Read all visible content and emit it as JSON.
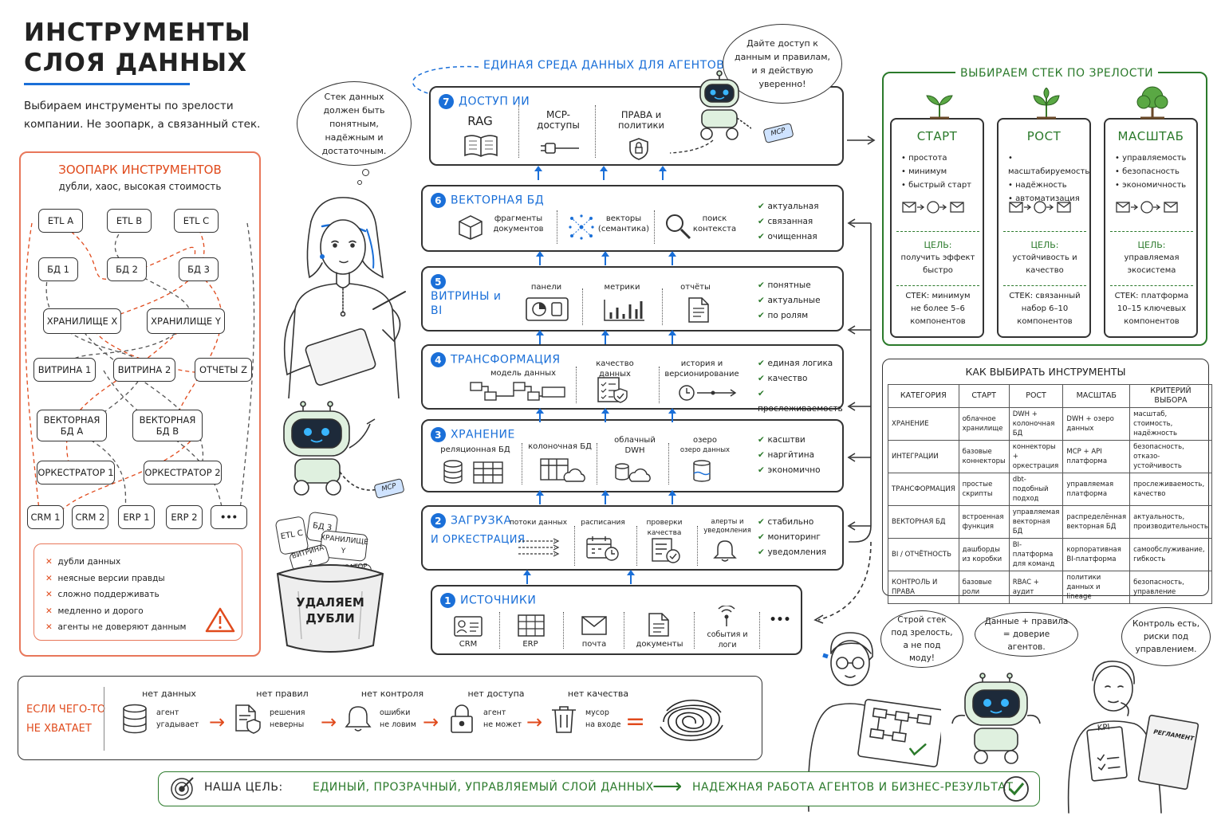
{
  "title": {
    "line1": "ИНСТРУМЕНТЫ",
    "line2": "СЛОЯ ДАННЫХ"
  },
  "subtitle": {
    "line1": "Выбираем инструменты по зрелости",
    "line2": "компании. Не зоопарк, а связанный стек."
  },
  "zoo": {
    "title": "ЗООПАРК ИНСТРУМЕНТОВ",
    "subtitle": "дубли, хаос, высокая стоимость",
    "chips": [
      "ETL A",
      "ETL B",
      "ETL C",
      "БД 1",
      "БД 2",
      "БД 3",
      "ХРАНИЛИЩЕ X",
      "ХРАНИЛИЩЕ Y",
      "ВИТРИНА 1",
      "ВИТРИНА 2",
      "ОТЧЕТЫ Z",
      "ВЕКТОРНАЯ БД А",
      "ВЕКТОРНАЯ БД В",
      "ОРКЕСТРАТОР 1",
      "ОРКЕСТРАТОР 2",
      "CRM 1",
      "CRM 2",
      "ERP 1",
      "ERP 2",
      "•••"
    ],
    "problems": [
      "дубли данных",
      "неясные версии правды",
      "сложно поддерживать",
      "медленно и дорого",
      "агенты не доверяют данным"
    ]
  },
  "center": {
    "heading": "ЕДИНАЯ СРЕДА ДАННЫХ ДЛЯ АГЕНТОВ",
    "layers": [
      {
        "num": "7",
        "title": "ДОСТУП ИИ",
        "items": [
          "RAG",
          "MCP-доступы",
          "ПРАВА и политики"
        ],
        "checks": []
      },
      {
        "num": "6",
        "title": "ВЕКТОРНАЯ БД",
        "items": [
          "фрагменты документов",
          "векторы (семантика)",
          "поиск контекста"
        ],
        "checks": [
          "актуальная",
          "связанная",
          "очищенная"
        ]
      },
      {
        "num": "5",
        "title": "ВИТРИНЫ и BI",
        "items": [
          "панели",
          "метрики",
          "отчёты"
        ],
        "checks": [
          "понятные",
          "актуальные",
          "по ролям"
        ]
      },
      {
        "num": "4",
        "title": "ТРАНСФОРМАЦИЯ",
        "items": [
          "модель данных",
          "качество данных",
          "история и версионирование"
        ],
        "checks": [
          "единая логика",
          "качество",
          "прослеживаемость"
        ]
      },
      {
        "num": "3",
        "title": "ХРАНЕНИЕ",
        "items": [
          "реляционная БД",
          "колоночная БД",
          "облачный DWH",
          "озеро",
          "озеро данных"
        ],
        "checks": [
          "касштви",
          "наргйтина",
          "экономично"
        ]
      },
      {
        "num": "2",
        "title": "ЗАГРУЗКА",
        "title2": "И ОРКЕСТРАЦИЯ",
        "items": [
          "потоки данных",
          "расписания",
          "проверки качества",
          "алерты и уведомления"
        ],
        "checks": [
          "стабильно",
          "мониторинг",
          "уведомления"
        ]
      },
      {
        "num": "1",
        "title": "ИСТОЧНИКИ",
        "items": [
          "CRM",
          "ERP",
          "почта",
          "документы",
          "события и логи",
          "•••"
        ],
        "checks": []
      }
    ]
  },
  "bubbles": {
    "girl": "Стек данных должен быть понятным, надёжным и достаточным.",
    "robot": "Дайте доступ к данным и правилам, и я действую уверенно!",
    "dev": "Строй стек под зрелость, а не под моду!",
    "robot2": "Данные + правила = доверие агентов.",
    "manager": "Контроль есть, риски под управлением."
  },
  "badges": {
    "mcp": "MCP",
    "kpi": "KPI",
    "reglament": "РЕГЛАМЕНТ"
  },
  "bin": {
    "label1": "УДАЛЯЕМ",
    "label2": "ДУБЛИ",
    "papers": [
      "ETL С",
      "БД 3",
      "ХРАНИЛИЩЕ Y",
      "ВИТРИНА 2",
      "ОРКЕСТРАТОР 2"
    ]
  },
  "maturity": {
    "title": "ВЫБИРАЕМ СТЕК ПО ЗРЕЛОСТИ",
    "stages": [
      {
        "name": "СТАРТ",
        "points": [
          "простота",
          "минимум",
          "быстрый старт"
        ],
        "goal_label": "ЦЕЛЬ:",
        "goal": "получить эффект быстро",
        "stack": "СТЕК: минимум не более 5–6 компонентов"
      },
      {
        "name": "РОСТ",
        "points": [
          "масштабируемость",
          "надёжность",
          "автоматизация"
        ],
        "goal_label": "ЦЕЛЬ:",
        "goal": "устойчивость и качество",
        "stack": "СТЕК: связанный набор 6–10 компонентов"
      },
      {
        "name": "МАСШТАБ",
        "points": [
          "управляемость",
          "безопасность",
          "экономичность"
        ],
        "goal_label": "ЦЕЛЬ:",
        "goal": "управляемая экосистема",
        "stack": "СТЕК: платформа 10–15 ключевых компонентов"
      }
    ]
  },
  "selector": {
    "title": "КАК ВЫБИРАТЬ ИНСТРУМЕНТЫ",
    "headers": [
      "КАТЕГОРИЯ",
      "СТАРТ",
      "РОСТ",
      "МАСШТАБ",
      "КРИТЕРИЙ ВЫБОРА"
    ],
    "rows": [
      [
        "ХРАНЕНИЕ",
        "облачное хранилище",
        "DWH + колоночная БД",
        "DWH + озеро данных",
        "масштаб, стоимость, надёжность"
      ],
      [
        "ИНТЕГРАЦИИ",
        "базовые коннекторы",
        "коннекторы + оркестрация",
        "MCP + API платформа",
        "безопасность, отказо-устойчивость"
      ],
      [
        "ТРАНСФОРМАЦИЯ",
        "простые скрипты",
        "dbt-подобный подход",
        "управляемая платформа",
        "прослеживаемость, качество"
      ],
      [
        "ВЕКТОРНАЯ БД",
        "встроенная функция",
        "управляемая векторная БД",
        "распределённая векторная БД",
        "актуальность, производительность"
      ],
      [
        "BI / ОТЧЁТНОСТЬ",
        "дашборды из коробки",
        "BI-платформа для команд",
        "корпоративная BI-платформа",
        "самообслуживание, гибкость"
      ],
      [
        "КОНТРОЛЬ И ПРАВА",
        "базовые роли",
        "RBAC + аудит",
        "политики данных и lineage",
        "безопасность, управление"
      ]
    ]
  },
  "gaps": {
    "label1": "ЕСЛИ ЧЕГО-ТО",
    "label2": "НЕ ХВАТАЕТ",
    "items": [
      {
        "t": "нет данных",
        "d1": "агент",
        "d2": "угадывает"
      },
      {
        "t": "нет правил",
        "d1": "решения",
        "d2": "неверны"
      },
      {
        "t": "нет контроля",
        "d1": "ошибки",
        "d2": "не ловим"
      },
      {
        "t": "нет доступа",
        "d1": "агент",
        "d2": "не может"
      },
      {
        "t": "нет качества",
        "d1": "мусор",
        "d2": "на входе"
      }
    ]
  },
  "goal": {
    "label": "НАША ЦЕЛЬ:",
    "text": "ЕДИНЫЙ, ПРОЗРАЧНЫЙ, УПРАВЛЯЕМЫЙ СЛОЙ ДАННЫХ",
    "result": "НАДЕЖНАЯ РАБОТА АГЕНТОВ И БИЗНЕС-РЕЗУЛЬТАТ"
  },
  "colors": {
    "accent_blue": "#1a6fd8",
    "alert_red": "#e04a1c",
    "ok_green": "#2b7a2b"
  }
}
